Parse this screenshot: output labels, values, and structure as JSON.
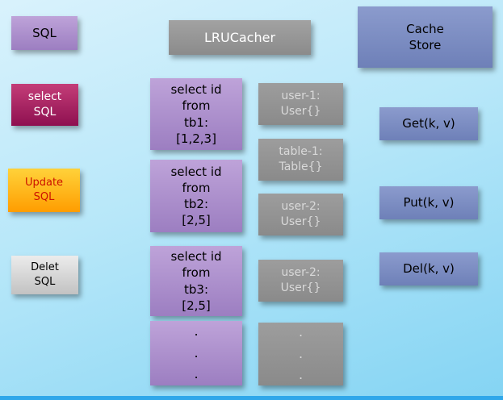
{
  "nodes": {
    "sql": "SQL",
    "lru_cacher": "LRUCacher",
    "cache_store": "Cache\nStore",
    "select_sql": "select\nSQL",
    "update_sql": "Update\nSQL",
    "delete_sql": "Delet\nSQL"
  },
  "queries": [
    "select id\nfrom\ntb1:\n[1,2,3]",
    "select id\nfrom\ntb2:\n[2,5]",
    "select id\nfrom\ntb3:\n[2,5]",
    ".\n.\n."
  ],
  "cache_entries": [
    "user-1:\nUser{}",
    "table-1:\nTable{}",
    "user-2:\nUser{}",
    "user-2:\nUser{}",
    ".\n.\n."
  ],
  "operations": [
    "Get(k, v)",
    "Put(k, v)",
    "Del(k, v)"
  ],
  "colors": {
    "background_top": "#d9f2fc",
    "background_bottom": "#84d4f3",
    "purple": "#9c7ec1",
    "magenta": "#8e1050",
    "orange": "#ff9d00",
    "orange_text": "#cc1100",
    "slate_blue": "#6e80b8",
    "gray": "#8b8b8b",
    "light_gray": "#c2c2c2",
    "bottom_edge": "#2fa7ea"
  }
}
